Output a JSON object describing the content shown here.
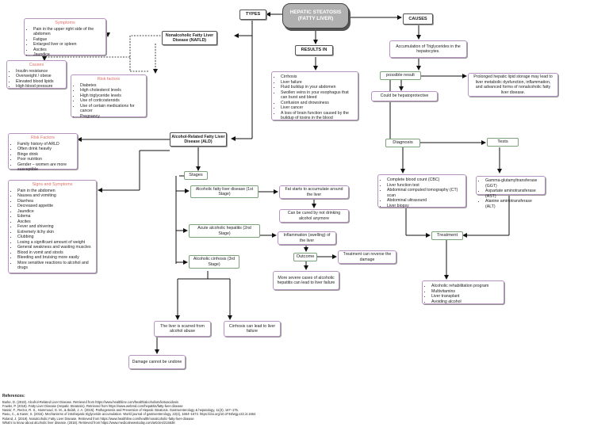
{
  "title": "HEPATIC STEATOSIS (FATTY LIVER)",
  "types_label": "TYPES",
  "causes_label": "CAUSES",
  "results_in_label": "RESULTS IN",
  "nafld": {
    "label": "Nonalcoholic Fatty Liver Disease (NAFLD)",
    "symptoms_title": "Symptoms",
    "symptoms": [
      "Pain in the upper right side of the abdomen",
      "Fatigue",
      "Enlarged liver or spleen",
      "Ascites",
      "Jaundice"
    ],
    "causes_title": "Causes",
    "causes": [
      "Insulin resistance",
      "Overweight / obese",
      "Elevated blood lipids",
      "High blood pressure"
    ],
    "risk_title": "Risk factors",
    "risk": [
      "Diabetes",
      "High cholesterol levels",
      "High triglyceride levels",
      "Use of corticosteroids",
      "Use of certain medications for cancer",
      "Pregnancy"
    ]
  },
  "ald": {
    "label": "Alcohol-Related Fatty Liver Disease (ALD)",
    "risk_title": "Risk Factors",
    "risk": [
      "Family history of ARLD",
      "Often drink heavily",
      "Binge drink",
      "Poor nutrition",
      "Gender – women are more susceptible"
    ],
    "signs_title": "Signs and Symptoms",
    "signs": [
      "Pain in the abdomen",
      "Nausea and vomiting",
      "Diarrhea",
      "Decreased appetite",
      "Jaundice",
      "Edema",
      "Ascites",
      "Fever and shivering",
      "Extremely itchy skin",
      "Clubbing",
      "Losing a significant amount of weight",
      "General weakness and wasting muscles",
      "Blood in vomit and stools",
      "Bleeding and bruising more easily",
      "More sensitive reactions to alcohol and drugs"
    ],
    "stages_label": "Stages",
    "stage1": "Alcoholic fatty liver disease (1st Stage)",
    "stage1_result": "Fat starts to accumulate around the liver",
    "stage1_cure": "Can be cured by not drinking alcohol anymore",
    "stage2": "Acute alcoholic hepatitis (2nd Stage)",
    "stage2_result": "Inflammation (swelling) of the liver",
    "outcome": "Outcome",
    "outcome_good": "Treatment can reverse the damage",
    "outcome_bad": "More severe cases of alcoholic hepatitis can lead to liver failure",
    "stage3": "Alcoholic cirrhosis (3rd Stage)",
    "stage3_a": "The liver is scarred from alcohol abuse",
    "stage3_b": "Cirrhosis can lead to liver failure",
    "stage3_c": "Damage cannot be undone"
  },
  "results": [
    "Cirrhosis",
    "Liver failure",
    "Fluid buildup in your abdomen",
    "Swollen veins in your esophagus that can burst and bleed",
    "Confusion and drowsiness",
    "Liver cancer",
    "A loss of brain function caused by the buildup of toxins in the blood"
  ],
  "causes_box": "Accumulation of Triglycerides in the hepatocytes.",
  "possible_result": "possible result",
  "prolonged": "Prolonged hepatic lipid storage may lead to liver metabolic dysfunction, inflammation, and advanced forms of nonalcoholic fatty liver disease.",
  "hepatoprotective": "Could be hepatoprotective",
  "diagnosis_label": "Diagnosis",
  "diagnosis": [
    "Complete blood count (CBC)",
    "Liver function test",
    "Abdominal computed tomography (CT) scan",
    "Abdominal ultrasound",
    "Liver biopsy"
  ],
  "tests_label": "Tests",
  "tests": [
    "Gamma-glutamyltransferase (GGT)",
    "Aspartate aminotransferase (AST)",
    "Alanine aminotransferase (ALT)"
  ],
  "treatment_label": "Treatment",
  "treatment": [
    "Alcoholic rehabilitation program",
    "Multivitamins",
    "Liver transplant",
    "Avoiding alcohol"
  ],
  "references_title": "References:",
  "references": [
    "Burke, D. (2018). Alcohol-Related Liver Disease. Retrieved from https://www.healthline.com/health/alcoholism/ketoacidosis",
    "Fowler, P. (2018). Fatty Liver Disease (Hepatic Steatosis). Retrieved from https://www.webmd.com/hepatitis/fatty-liver-disease",
    "Nassir, F., Rector, R. S., Hammoud, G. M., & Ibdah, J. A. (2015). Pathogenesis and Prevention of Hepatic Steatosis. Gastroenterology & hepatology, 11(3), 167–175.",
    "Rasu, C., & Kaser, S. (2016). Mechanisms of intrahepatic triglyceride accumulation. World journal of gastroenterology, 22(4), 1664–1673. https://doi.org/10.3748/wjg.v22.i4.1664",
    "Roland, J. (2019). Nonalcoholic Fatty Liver Disease. Retrieved from https://www.healthline.com/health/nonalcoholic-fatty-liver-disease",
    "What's to know about alcoholic liver disease. (2018). Retrieved from https://www.medicalnewstoday.com/articles/215638"
  ]
}
